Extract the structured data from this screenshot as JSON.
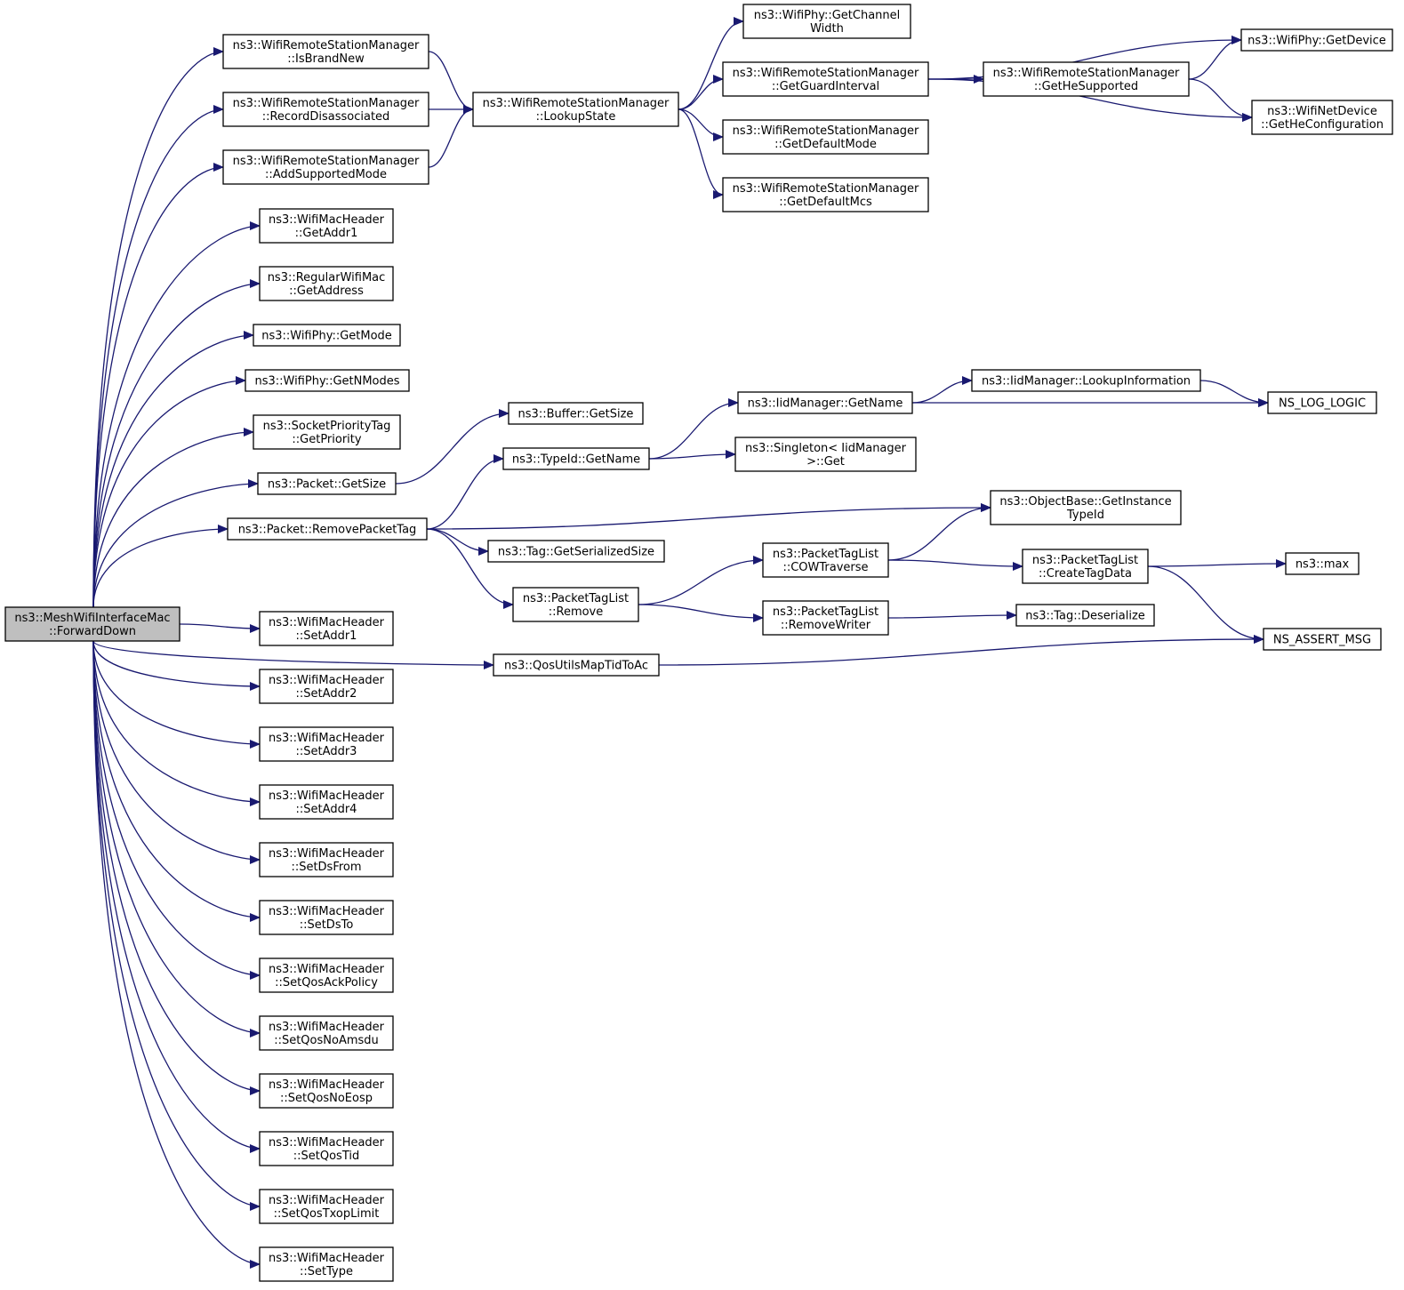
{
  "colors": {
    "edge": "#191970",
    "root_fill": "#bfbfbf",
    "node_fill": "#ffffff",
    "node_stroke": "#000000"
  },
  "root": "n_fwd",
  "nodes": [
    {
      "id": "n_fwd",
      "lines": [
        "ns3::MeshWifiInterfaceMac",
        "::ForwardDown"
      ]
    },
    {
      "id": "n_isbrand",
      "lines": [
        "ns3::WifiRemoteStationManager",
        "::IsBrandNew"
      ]
    },
    {
      "id": "n_recdis",
      "lines": [
        "ns3::WifiRemoteStationManager",
        "::RecordDisassociated"
      ]
    },
    {
      "id": "n_addsup",
      "lines": [
        "ns3::WifiRemoteStationManager",
        "::AddSupportedMode"
      ]
    },
    {
      "id": "n_getaddr1",
      "lines": [
        "ns3::WifiMacHeader",
        "::GetAddr1"
      ]
    },
    {
      "id": "n_getaddress",
      "lines": [
        "ns3::RegularWifiMac",
        "::GetAddress"
      ]
    },
    {
      "id": "n_getmode",
      "lines": [
        "ns3::WifiPhy::GetMode"
      ]
    },
    {
      "id": "n_getnmodes",
      "lines": [
        "ns3::WifiPhy::GetNModes"
      ]
    },
    {
      "id": "n_getprio",
      "lines": [
        "ns3::SocketPriorityTag",
        "::GetPriority"
      ]
    },
    {
      "id": "n_pktsize",
      "lines": [
        "ns3::Packet::GetSize"
      ]
    },
    {
      "id": "n_rmpkttag",
      "lines": [
        "ns3::Packet::RemovePacketTag"
      ]
    },
    {
      "id": "n_setaddr1",
      "lines": [
        "ns3::WifiMacHeader",
        "::SetAddr1"
      ]
    },
    {
      "id": "n_setaddr2",
      "lines": [
        "ns3::WifiMacHeader",
        "::SetAddr2"
      ]
    },
    {
      "id": "n_setaddr3",
      "lines": [
        "ns3::WifiMacHeader",
        "::SetAddr3"
      ]
    },
    {
      "id": "n_setaddr4",
      "lines": [
        "ns3::WifiMacHeader",
        "::SetAddr4"
      ]
    },
    {
      "id": "n_setdsfrom",
      "lines": [
        "ns3::WifiMacHeader",
        "::SetDsFrom"
      ]
    },
    {
      "id": "n_setdsto",
      "lines": [
        "ns3::WifiMacHeader",
        "::SetDsTo"
      ]
    },
    {
      "id": "n_setqosack",
      "lines": [
        "ns3::WifiMacHeader",
        "::SetQosAckPolicy"
      ]
    },
    {
      "id": "n_setqosnoamsdu",
      "lines": [
        "ns3::WifiMacHeader",
        "::SetQosNoAmsdu"
      ]
    },
    {
      "id": "n_setqosnoeosp",
      "lines": [
        "ns3::WifiMacHeader",
        "::SetQosNoEosp"
      ]
    },
    {
      "id": "n_setqostid",
      "lines": [
        "ns3::WifiMacHeader",
        "::SetQosTid"
      ]
    },
    {
      "id": "n_setqostxop",
      "lines": [
        "ns3::WifiMacHeader",
        "::SetQosTxopLimit"
      ]
    },
    {
      "id": "n_settype",
      "lines": [
        "ns3::WifiMacHeader",
        "::SetType"
      ]
    },
    {
      "id": "n_lookupstate",
      "lines": [
        "ns3::WifiRemoteStationManager",
        "::LookupState"
      ]
    },
    {
      "id": "n_bufsize",
      "lines": [
        "ns3::Buffer::GetSize"
      ]
    },
    {
      "id": "n_tidgetname",
      "lines": [
        "ns3::TypeId::GetName"
      ]
    },
    {
      "id": "n_tagsersize",
      "lines": [
        "ns3::Tag::GetSerializedSize"
      ]
    },
    {
      "id": "n_ptlremove",
      "lines": [
        "ns3::PacketTagList",
        "::Remove"
      ]
    },
    {
      "id": "n_qosmap",
      "lines": [
        "ns3::QosUtilsMapTidToAc"
      ]
    },
    {
      "id": "n_chwidth",
      "lines": [
        "ns3::WifiPhy::GetChannel",
        "Width"
      ]
    },
    {
      "id": "n_guardint",
      "lines": [
        "ns3::WifiRemoteStationManager",
        "::GetGuardInterval"
      ]
    },
    {
      "id": "n_defmode",
      "lines": [
        "ns3::WifiRemoteStationManager",
        "::GetDefaultMode"
      ]
    },
    {
      "id": "n_defmcs",
      "lines": [
        "ns3::WifiRemoteStationManager",
        "::GetDefaultMcs"
      ]
    },
    {
      "id": "n_iidgetname",
      "lines": [
        "ns3::IidManager::GetName"
      ]
    },
    {
      "id": "n_singleton",
      "lines": [
        "ns3::Singleton< IidManager",
        ">::Get"
      ]
    },
    {
      "id": "n_cowtrav",
      "lines": [
        "ns3::PacketTagList",
        "::COWTraverse"
      ]
    },
    {
      "id": "n_rmwriter",
      "lines": [
        "ns3::PacketTagList",
        "::RemoveWriter"
      ]
    },
    {
      "id": "n_hesupported",
      "lines": [
        "ns3::WifiRemoteStationManager",
        "::GetHeSupported"
      ]
    },
    {
      "id": "n_lookupinfo",
      "lines": [
        "ns3::IidManager::LookupInformation"
      ]
    },
    {
      "id": "n_instancetid",
      "lines": [
        "ns3::ObjectBase::GetInstance",
        "TypeId"
      ]
    },
    {
      "id": "n_createtag",
      "lines": [
        "ns3::PacketTagList",
        "::CreateTagData"
      ]
    },
    {
      "id": "n_deserialize",
      "lines": [
        "ns3::Tag::Deserialize"
      ]
    },
    {
      "id": "n_getdevice",
      "lines": [
        "ns3::WifiPhy::GetDevice"
      ]
    },
    {
      "id": "n_heconfig",
      "lines": [
        "ns3::WifiNetDevice",
        "::GetHeConfiguration"
      ]
    },
    {
      "id": "n_loglogic",
      "lines": [
        "NS_LOG_LOGIC"
      ]
    },
    {
      "id": "n_max",
      "lines": [
        "ns3::max"
      ]
    },
    {
      "id": "n_assert",
      "lines": [
        "NS_ASSERT_MSG"
      ]
    }
  ],
  "edges": [
    [
      "n_fwd",
      "n_isbrand"
    ],
    [
      "n_fwd",
      "n_recdis"
    ],
    [
      "n_fwd",
      "n_addsup"
    ],
    [
      "n_fwd",
      "n_getaddr1"
    ],
    [
      "n_fwd",
      "n_getaddress"
    ],
    [
      "n_fwd",
      "n_getmode"
    ],
    [
      "n_fwd",
      "n_getnmodes"
    ],
    [
      "n_fwd",
      "n_getprio"
    ],
    [
      "n_fwd",
      "n_pktsize"
    ],
    [
      "n_fwd",
      "n_rmpkttag"
    ],
    [
      "n_fwd",
      "n_qosmap"
    ],
    [
      "n_fwd",
      "n_setaddr1"
    ],
    [
      "n_fwd",
      "n_setaddr2"
    ],
    [
      "n_fwd",
      "n_setaddr3"
    ],
    [
      "n_fwd",
      "n_setaddr4"
    ],
    [
      "n_fwd",
      "n_setdsfrom"
    ],
    [
      "n_fwd",
      "n_setdsto"
    ],
    [
      "n_fwd",
      "n_setqosack"
    ],
    [
      "n_fwd",
      "n_setqosnoamsdu"
    ],
    [
      "n_fwd",
      "n_setqosnoeosp"
    ],
    [
      "n_fwd",
      "n_setqostid"
    ],
    [
      "n_fwd",
      "n_setqostxop"
    ],
    [
      "n_fwd",
      "n_settype"
    ],
    [
      "n_isbrand",
      "n_lookupstate"
    ],
    [
      "n_recdis",
      "n_lookupstate"
    ],
    [
      "n_addsup",
      "n_lookupstate"
    ],
    [
      "n_lookupstate",
      "n_chwidth"
    ],
    [
      "n_lookupstate",
      "n_guardint"
    ],
    [
      "n_lookupstate",
      "n_defmode"
    ],
    [
      "n_lookupstate",
      "n_defmcs"
    ],
    [
      "n_guardint",
      "n_getdevice"
    ],
    [
      "n_guardint",
      "n_hesupported"
    ],
    [
      "n_guardint",
      "n_heconfig"
    ],
    [
      "n_hesupported",
      "n_getdevice"
    ],
    [
      "n_hesupported",
      "n_heconfig"
    ],
    [
      "n_pktsize",
      "n_bufsize"
    ],
    [
      "n_rmpkttag",
      "n_tidgetname"
    ],
    [
      "n_rmpkttag",
      "n_instancetid"
    ],
    [
      "n_rmpkttag",
      "n_tagsersize"
    ],
    [
      "n_rmpkttag",
      "n_ptlremove"
    ],
    [
      "n_tidgetname",
      "n_iidgetname"
    ],
    [
      "n_tidgetname",
      "n_singleton"
    ],
    [
      "n_iidgetname",
      "n_lookupinfo"
    ],
    [
      "n_iidgetname",
      "n_loglogic"
    ],
    [
      "n_lookupinfo",
      "n_loglogic"
    ],
    [
      "n_ptlremove",
      "n_cowtrav"
    ],
    [
      "n_ptlremove",
      "n_rmwriter"
    ],
    [
      "n_cowtrav",
      "n_instancetid"
    ],
    [
      "n_cowtrav",
      "n_createtag"
    ],
    [
      "n_createtag",
      "n_max"
    ],
    [
      "n_createtag",
      "n_assert"
    ],
    [
      "n_rmwriter",
      "n_deserialize"
    ],
    [
      "n_qosmap",
      "n_assert"
    ]
  ]
}
